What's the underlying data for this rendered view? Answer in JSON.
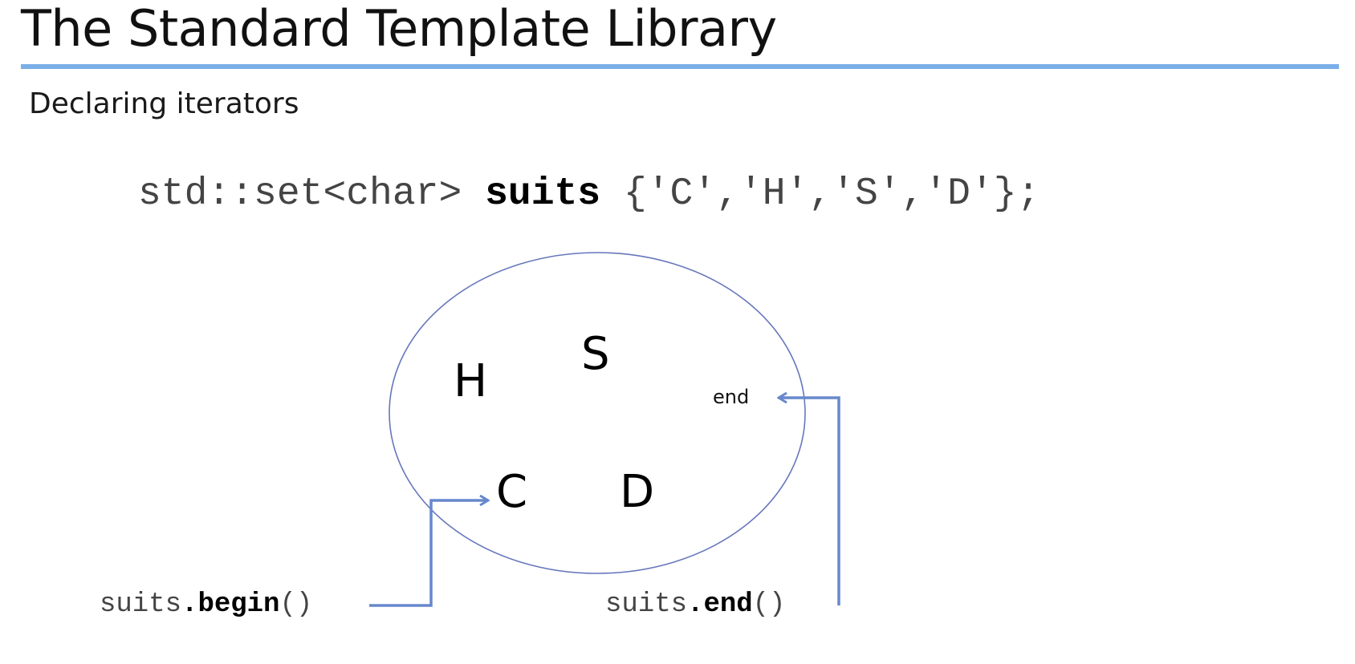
{
  "slide": {
    "title": "The Standard Template Library",
    "subtitle": "Declaring iterators"
  },
  "code": {
    "declaration_prefix": "std::set<char> ",
    "declaration_name": "suits",
    "declaration_suffix": " {'C','H','S','D'};"
  },
  "diagram": {
    "elements": [
      "H",
      "S",
      "C",
      "D"
    ],
    "end_marker": "end",
    "begin_call": {
      "object": "suits",
      "dot": ".",
      "method": "begin",
      "parens": "()"
    },
    "end_call": {
      "object": "suits",
      "dot": ".",
      "method": "end",
      "parens": "()"
    }
  },
  "colors": {
    "rule": "#7aafe8",
    "ellipse": "#6677bb",
    "arrow": "#6688cc"
  }
}
